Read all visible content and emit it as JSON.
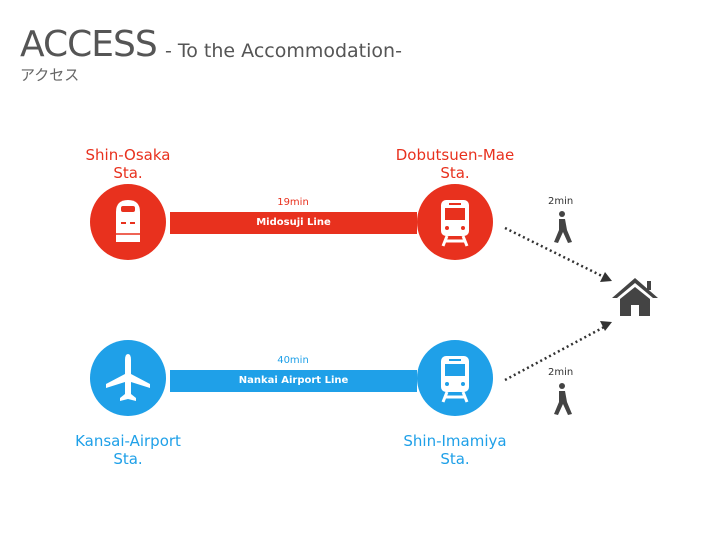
{
  "header": {
    "title": "ACCESS",
    "subtitle": "- To the Accommodation-",
    "kana": "アクセス"
  },
  "colors": {
    "red": "#e8311e",
    "blue": "#1fa0e8"
  },
  "routes": [
    {
      "from": {
        "name": "Shin-Osaka",
        "suffix": "Sta.",
        "icon": "bullet-train-icon"
      },
      "to": {
        "name": "Dobutsuen-Mae",
        "suffix": "Sta.",
        "icon": "train-icon"
      },
      "line": "Midosuji Line",
      "time": "19min",
      "walk": "2min"
    },
    {
      "from": {
        "name": "Kansai-Airport",
        "suffix": "Sta.",
        "icon": "airplane-icon"
      },
      "to": {
        "name": "Shin-Imamiya",
        "suffix": "Sta.",
        "icon": "train-icon"
      },
      "line": "Nankai Airport Line",
      "time": "40min",
      "walk": "2min"
    }
  ]
}
